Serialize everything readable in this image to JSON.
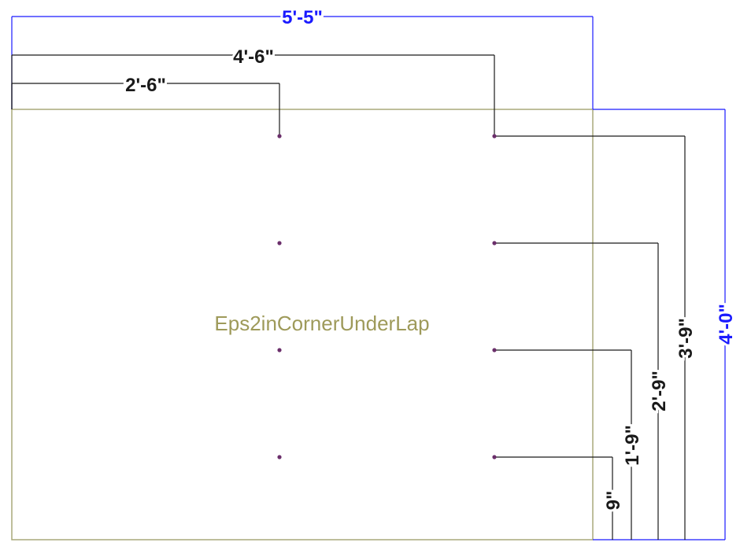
{
  "drawing": {
    "panel_label": "Eps2inCornerUnderLap",
    "overall_width_label": "5'-5\"",
    "overall_height_label": "4'-0\"",
    "horizontal_dims": [
      "4'-6\"",
      "2'-6\""
    ],
    "vertical_dims": [
      "3'-9\"",
      "2'-9\"",
      "1'-9\"",
      "9\""
    ],
    "colors": {
      "panel_outline": "#a8a87a",
      "panel_label": "#9e9a5a",
      "overall_dims": "#1a1aff",
      "point_dims": "#1a1a1a",
      "points": "#6b2f6b"
    }
  }
}
